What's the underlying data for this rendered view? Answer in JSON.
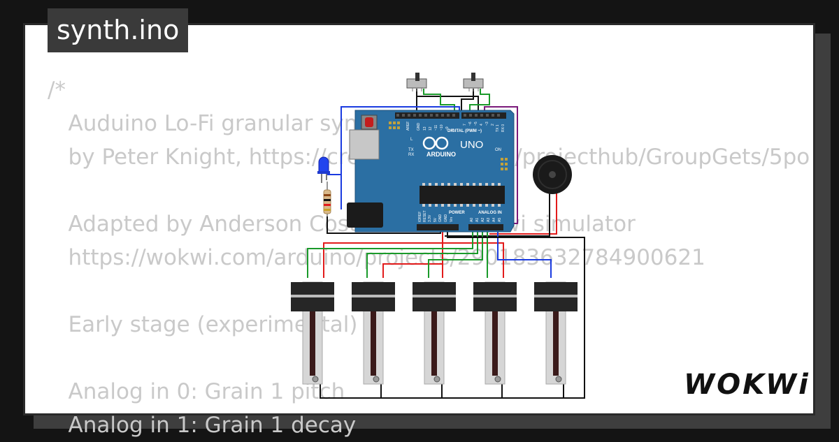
{
  "file_tab": {
    "title": "synth.ino"
  },
  "code_lines": [
    "/*",
    "   Auduino Lo-Fi granular synth",
    "   by Peter Knight, https://create.arduino.cc/projecthub/GroupGets/5po",
    "",
    "   Adapted by Anderson Costa for the Wokwi simulator",
    "   https://wokwi.com/arduino/projects/290183632784900621",
    "",
    "   Early stage (experimental)",
    "",
    "   Analog in 0: Grain 1 pitch",
    "   Analog in 1: Grain 1 decay"
  ],
  "arduino": {
    "model": "UNO",
    "brand": "ARDUINO",
    "digital_label": "DIGITAL (PWM ~)",
    "analog_label": "ANALOG IN",
    "power_label": "POWER",
    "on_label": "ON",
    "tx_label": "TX",
    "rx_label": "RX",
    "l_label": "L",
    "aref_label": "AREF",
    "gnd_label": "GND",
    "top_pins": [
      "13",
      "12",
      "~11",
      "~10",
      "~9",
      "8",
      "7",
      "~6",
      "~5",
      "4",
      "~3",
      "2",
      "TX 1",
      "RX 0"
    ],
    "power_pins": [
      "IOREF",
      "RESET",
      "3.3V",
      "5V",
      "GND",
      "GND",
      "Vin"
    ],
    "analog_pins": [
      "A0",
      "A1",
      "A2",
      "A3",
      "A4",
      "A5"
    ],
    "board_color": "#2b6fa3"
  },
  "brand_logo": "WOKWi",
  "colors": {
    "wire_red": "#e21b1b",
    "wire_green": "#1a9a2a",
    "wire_blue": "#1a3be0",
    "wire_purple": "#7a1a7a",
    "wire_black": "#111111"
  },
  "icons": [
    "led-icon",
    "resistor-icon",
    "buzzer-icon",
    "slide-switch-icon",
    "slide-potentiometer-icon"
  ]
}
